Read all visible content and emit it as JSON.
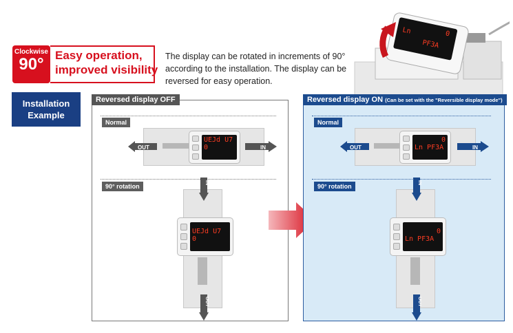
{
  "header": {
    "badge_small": "Clockwise",
    "badge_big": "90°",
    "headline_1": "Easy operation,",
    "headline_2": "improved visibility",
    "description": "The display can be rotated in increments of 90° according to the installation. The display can be reversed for easy operation."
  },
  "installation_label_1": "Installation",
  "installation_label_2": "Example",
  "panel_off": {
    "title": "Reversed display OFF",
    "normal_label": "Normal",
    "rotation_label": "90° rotation",
    "display_top": "UEJd  U7",
    "display_bottom": "0",
    "out": "OUT",
    "in": "IN"
  },
  "panel_on": {
    "title": "Reversed display ON",
    "subtitle": "(Can be set with the \"Reversible display mode\")",
    "normal_label": "Normal",
    "rotation_label": "90° rotation",
    "display_top": "0",
    "display_bottom": "Ln  PF3A",
    "out": "OUT",
    "in": "IN"
  },
  "photo_display": {
    "left": "Ln",
    "right": "PF3A",
    "top_right": "0"
  },
  "colors": {
    "accent": "#d7101e",
    "navy": "#1c4b8e",
    "panel_on_bg": "#d8eaf7"
  }
}
